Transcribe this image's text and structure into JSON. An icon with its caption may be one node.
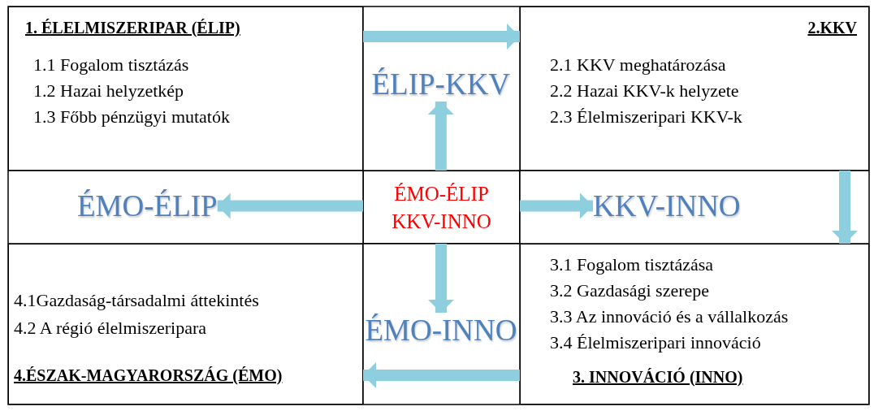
{
  "diagram": {
    "nodes": [
      {
        "text": [
          "1. ÉLELMISZERIPAR (ÉLIP)",
          "1.1 Fogalom tisztázás",
          "1.2 Hazai helyzetkép",
          "1.3 Főbb pénzügyi mutatók"
        ]
      },
      {
        "text": [
          "ÉLIP-KKV"
        ]
      },
      {
        "text": [
          "2.KKV",
          "2.1 KKV meghatározása",
          "2.2 Hazai KKV-k helyzete",
          "2.3 Élelmiszeripari KKV-k"
        ]
      },
      {
        "text": [
          "ÉMO-ÉLIP"
        ]
      },
      {
        "text": [
          "ÉMO-ÉLIP",
          "KKV-INNO"
        ]
      },
      {
        "text": [
          "KKV-INNO"
        ]
      },
      {
        "text": [
          "4.1Gazdaság-társadalmi áttekintés",
          "4.2 A régió élelmiszeripara",
          "4.ÉSZAK-MAGYARORSZÁG (ÉMO)"
        ]
      },
      {
        "text": [
          "ÉMO-INNO"
        ]
      },
      {
        "text": [
          "3.1 Fogalom tisztázása",
          "3.2 Gazdasági szerepe",
          "3.3 Az innováció és a vállalkozás",
          "3.4 Élelmiszeripari innováció",
          "3. INNOVÁCIÓ (INNO)"
        ]
      }
    ],
    "edges": [
      {
        "from": 4,
        "to": 1,
        "arrow": "to"
      },
      {
        "from": 4,
        "to": 3,
        "arrow": "to"
      },
      {
        "from": 4,
        "to": 5,
        "arrow": "to"
      },
      {
        "from": 4,
        "to": 7,
        "arrow": "to"
      },
      {
        "from": 0,
        "to": 2,
        "arrow": "to"
      },
      {
        "from": 2,
        "to": 8,
        "arrow": "to"
      },
      {
        "from": 8,
        "to": 6,
        "arrow": "to"
      }
    ]
  }
}
